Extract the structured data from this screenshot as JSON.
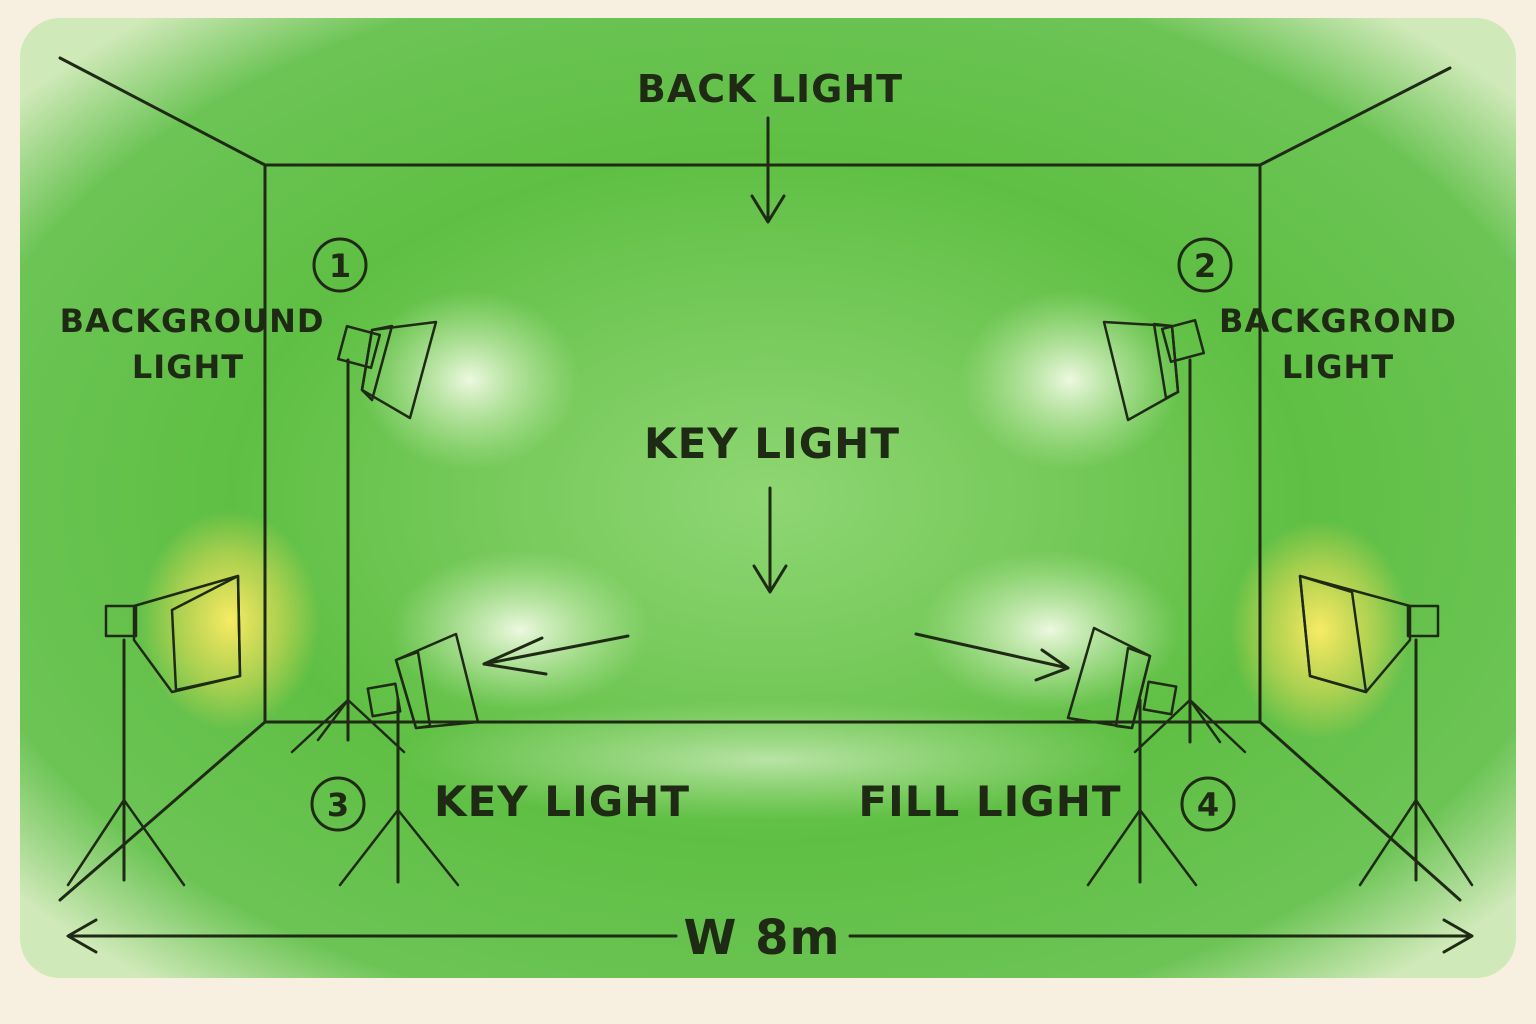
{
  "labels": {
    "back_light": "BACK LIGHT",
    "background_light_left": [
      "BACKGROUND",
      "LIGHT"
    ],
    "background_light_right": [
      "BACKGROND",
      "LIGHT"
    ],
    "key_light_center": "KEY LIGHT",
    "key_light_bottom": "KEY LIGHT",
    "fill_light": "FILL LIGHT",
    "width": "W 8m"
  },
  "markers": [
    "1",
    "2",
    "3",
    "4"
  ],
  "colors": {
    "paper": "#f7efe0",
    "green_screen": "#5cbf3f",
    "ink": "#1f2a14",
    "warm_glow": "#ffe35a"
  },
  "icons": [
    "light-stand-icon",
    "softbox-icon",
    "arrow-icon"
  ]
}
